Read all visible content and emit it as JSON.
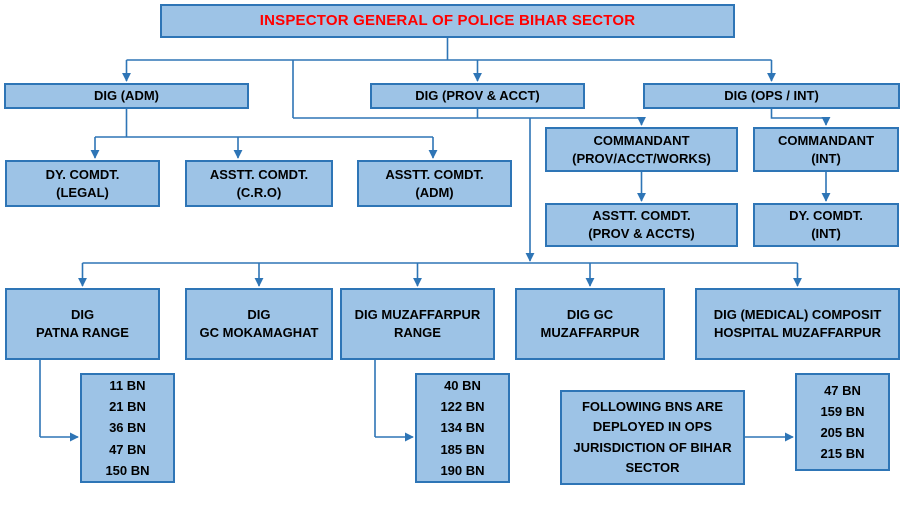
{
  "nodes": {
    "title": "INSPECTOR GENERAL OF POLICE BIHAR SECTOR",
    "dig_adm": "DIG (ADM)",
    "dig_prov_acct": "DIG (PROV & ACCT)",
    "dig_ops_int": "DIG (OPS / INT)",
    "dy_comdt_legal": "DY. COMDT.\n(LEGAL)",
    "asstt_comdt_cro": "ASSTT. COMDT.\n(C.R.O)",
    "asstt_comdt_adm": "ASSTT. COMDT.\n(ADM)",
    "commandant_prov": "COMMANDANT\n(PROV/ACCT/WORKS)",
    "asstt_comdt_prov": "ASSTT. COMDT.\n(PROV & ACCTS)",
    "commandant_int": "COMMANDANT\n(INT)",
    "dy_comdt_int": "DY. COMDT.\n(INT)",
    "dig_patna_range": "DIG\nPATNA RANGE",
    "dig_gc_mokamaghat": "DIG\nGC MOKAMAGHAT",
    "dig_muzaffarpur_range": "DIG MUZAFFARPUR\nRANGE",
    "dig_gc_muzaffarpur": "DIG GC\nMUZAFFARPUR",
    "dig_medical_hospital": "DIG (MEDICAL) COMPOSIT\nHOSPITAL MUZAFFARPUR",
    "patna_bn_list": "11 BN\n21 BN\n36 BN\n47 BN\n150 BN",
    "muzaffarpur_bn_list": "40 BN\n122 BN\n134 BN\n185 BN\n190 BN",
    "ops_note": "FOLLOWING BNS ARE\nDEPLOYED IN OPS\nJURISDICTION OF BIHAR\nSECTOR",
    "ops_bn_list": "47 BN\n159 BN\n205 BN\n215 BN"
  },
  "colors": {
    "background": "#FFFFFF",
    "box_fill": "#9DC3E6",
    "box_border": "#2E75B6",
    "connector": "#2E75B6",
    "title_text": "#FF0000",
    "label_text": "#000000"
  }
}
